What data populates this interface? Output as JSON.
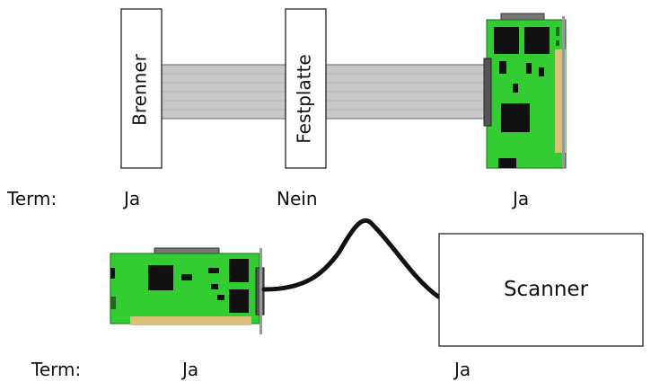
{
  "top_chain": {
    "devices": [
      {
        "label": "Brenner",
        "term": "Ja"
      },
      {
        "label": "Festplatte",
        "term": "Nein"
      },
      {
        "label": "",
        "term": "Ja"
      }
    ],
    "term_label": "Term:"
  },
  "bottom_chain": {
    "devices": [
      {
        "label": "",
        "term": "Ja"
      },
      {
        "label": "Scanner",
        "term": "Ja"
      }
    ],
    "term_label": "Term:"
  },
  "colors": {
    "ribbon_cable": "#c8c8c8",
    "circuit_board": "#33cc33",
    "chip": "#111111",
    "gold_edge": "#d9c07a",
    "external_cable": "#111111"
  },
  "icons": {
    "controller_card": "scsi-controller-card-icon",
    "ribbon_cable": "ribbon-cable-icon",
    "external_cable": "external-cable-icon"
  }
}
